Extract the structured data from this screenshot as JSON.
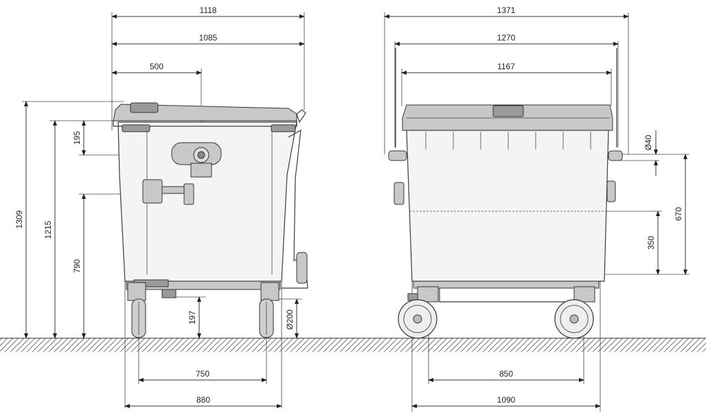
{
  "diagram": {
    "side_view": {
      "dimensions": {
        "total_depth": "1118",
        "body_depth": "1085",
        "handle_offset": "500",
        "height_total": "1309",
        "height_body": "1215",
        "height_handle": "790",
        "lid_to_pivot": "195",
        "ground_clearance": "197",
        "wheel_diameter": "Ø200",
        "wheelbase": "750",
        "base_depth": "880"
      }
    },
    "front_view": {
      "dimensions": {
        "total_width": "1371",
        "handle_span": "1270",
        "lid_width": "1167",
        "pin_diameter": "Ø40",
        "pin_height": "670",
        "pin_to_ledge": "350",
        "wheel_track": "850",
        "base_width": "1090"
      }
    }
  }
}
